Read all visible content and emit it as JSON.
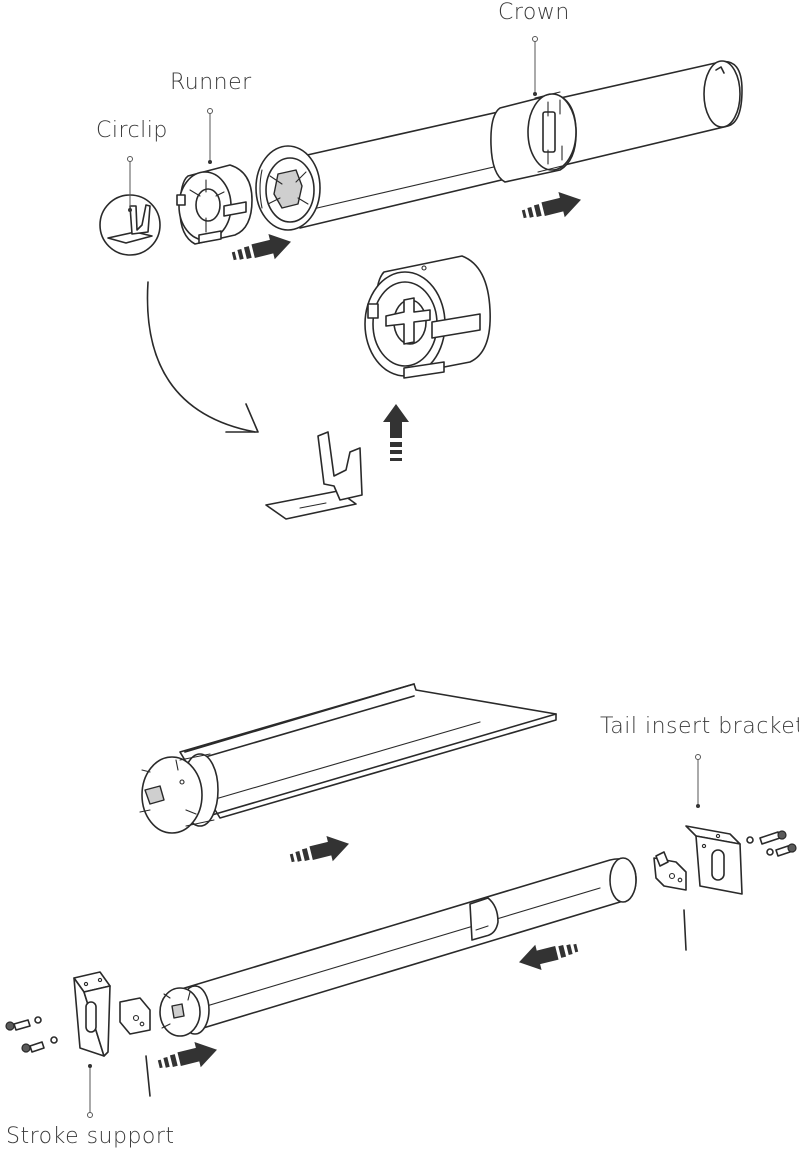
{
  "labels": {
    "crown": "Crown",
    "runner": "Runner",
    "circlip": "Circlip",
    "tail_insert_bracket": "Tail insert bracket",
    "stroke_support": "Stroke support"
  },
  "colors": {
    "line": "#2a2a2a",
    "label": "#3a3a3a",
    "arrow": "#333333",
    "background": "#ffffff"
  }
}
